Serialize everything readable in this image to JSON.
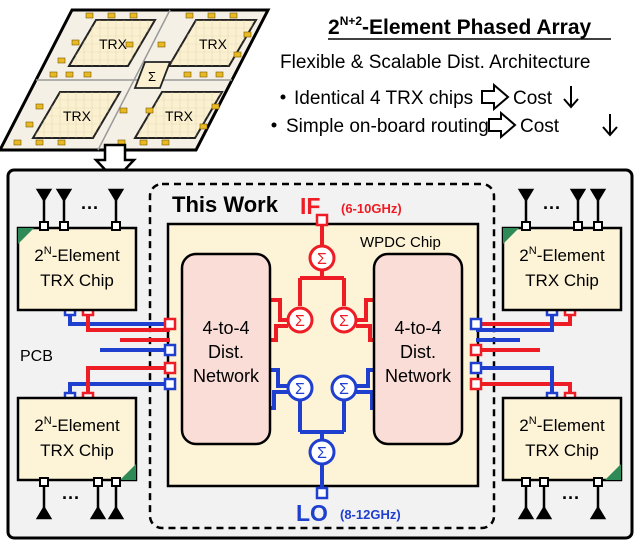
{
  "header": {
    "title_main": "-Element Phased Array",
    "title_base": "2",
    "title_sup": "N+2",
    "subtitle": "Flexible & Scalable Dist. Architecture",
    "bullet1_text": "Identical 4 TRX chips",
    "bullet2_text": "Simple on-board routing",
    "cost_label": "Cost"
  },
  "board_illustration": {
    "chip_label": "TRX",
    "combiner_symbol": "Σ"
  },
  "system": {
    "this_work": "This Work",
    "pcb_label": "PCB",
    "wpdc_chip": "WPDC Chip",
    "if_label": "IF",
    "if_range": "(6-10GHz)",
    "lo_label": "LO",
    "lo_range": "(8-12GHz)",
    "dist_network": [
      "4-to-4",
      "Dist.",
      "Network"
    ],
    "trx_chip": {
      "base": "2",
      "sup": "N",
      "line1_rest": "-Element",
      "line2": "TRX Chip"
    },
    "antenna_dots": "···",
    "sigma": "Σ"
  },
  "colors": {
    "if": "#ee1c24",
    "lo": "#1f3fcf",
    "chip_fill": "#fdf3d6",
    "network_fill": "#f9ddd6",
    "corner_green": "#2e8b57",
    "pad_gold": "#e8b923"
  }
}
